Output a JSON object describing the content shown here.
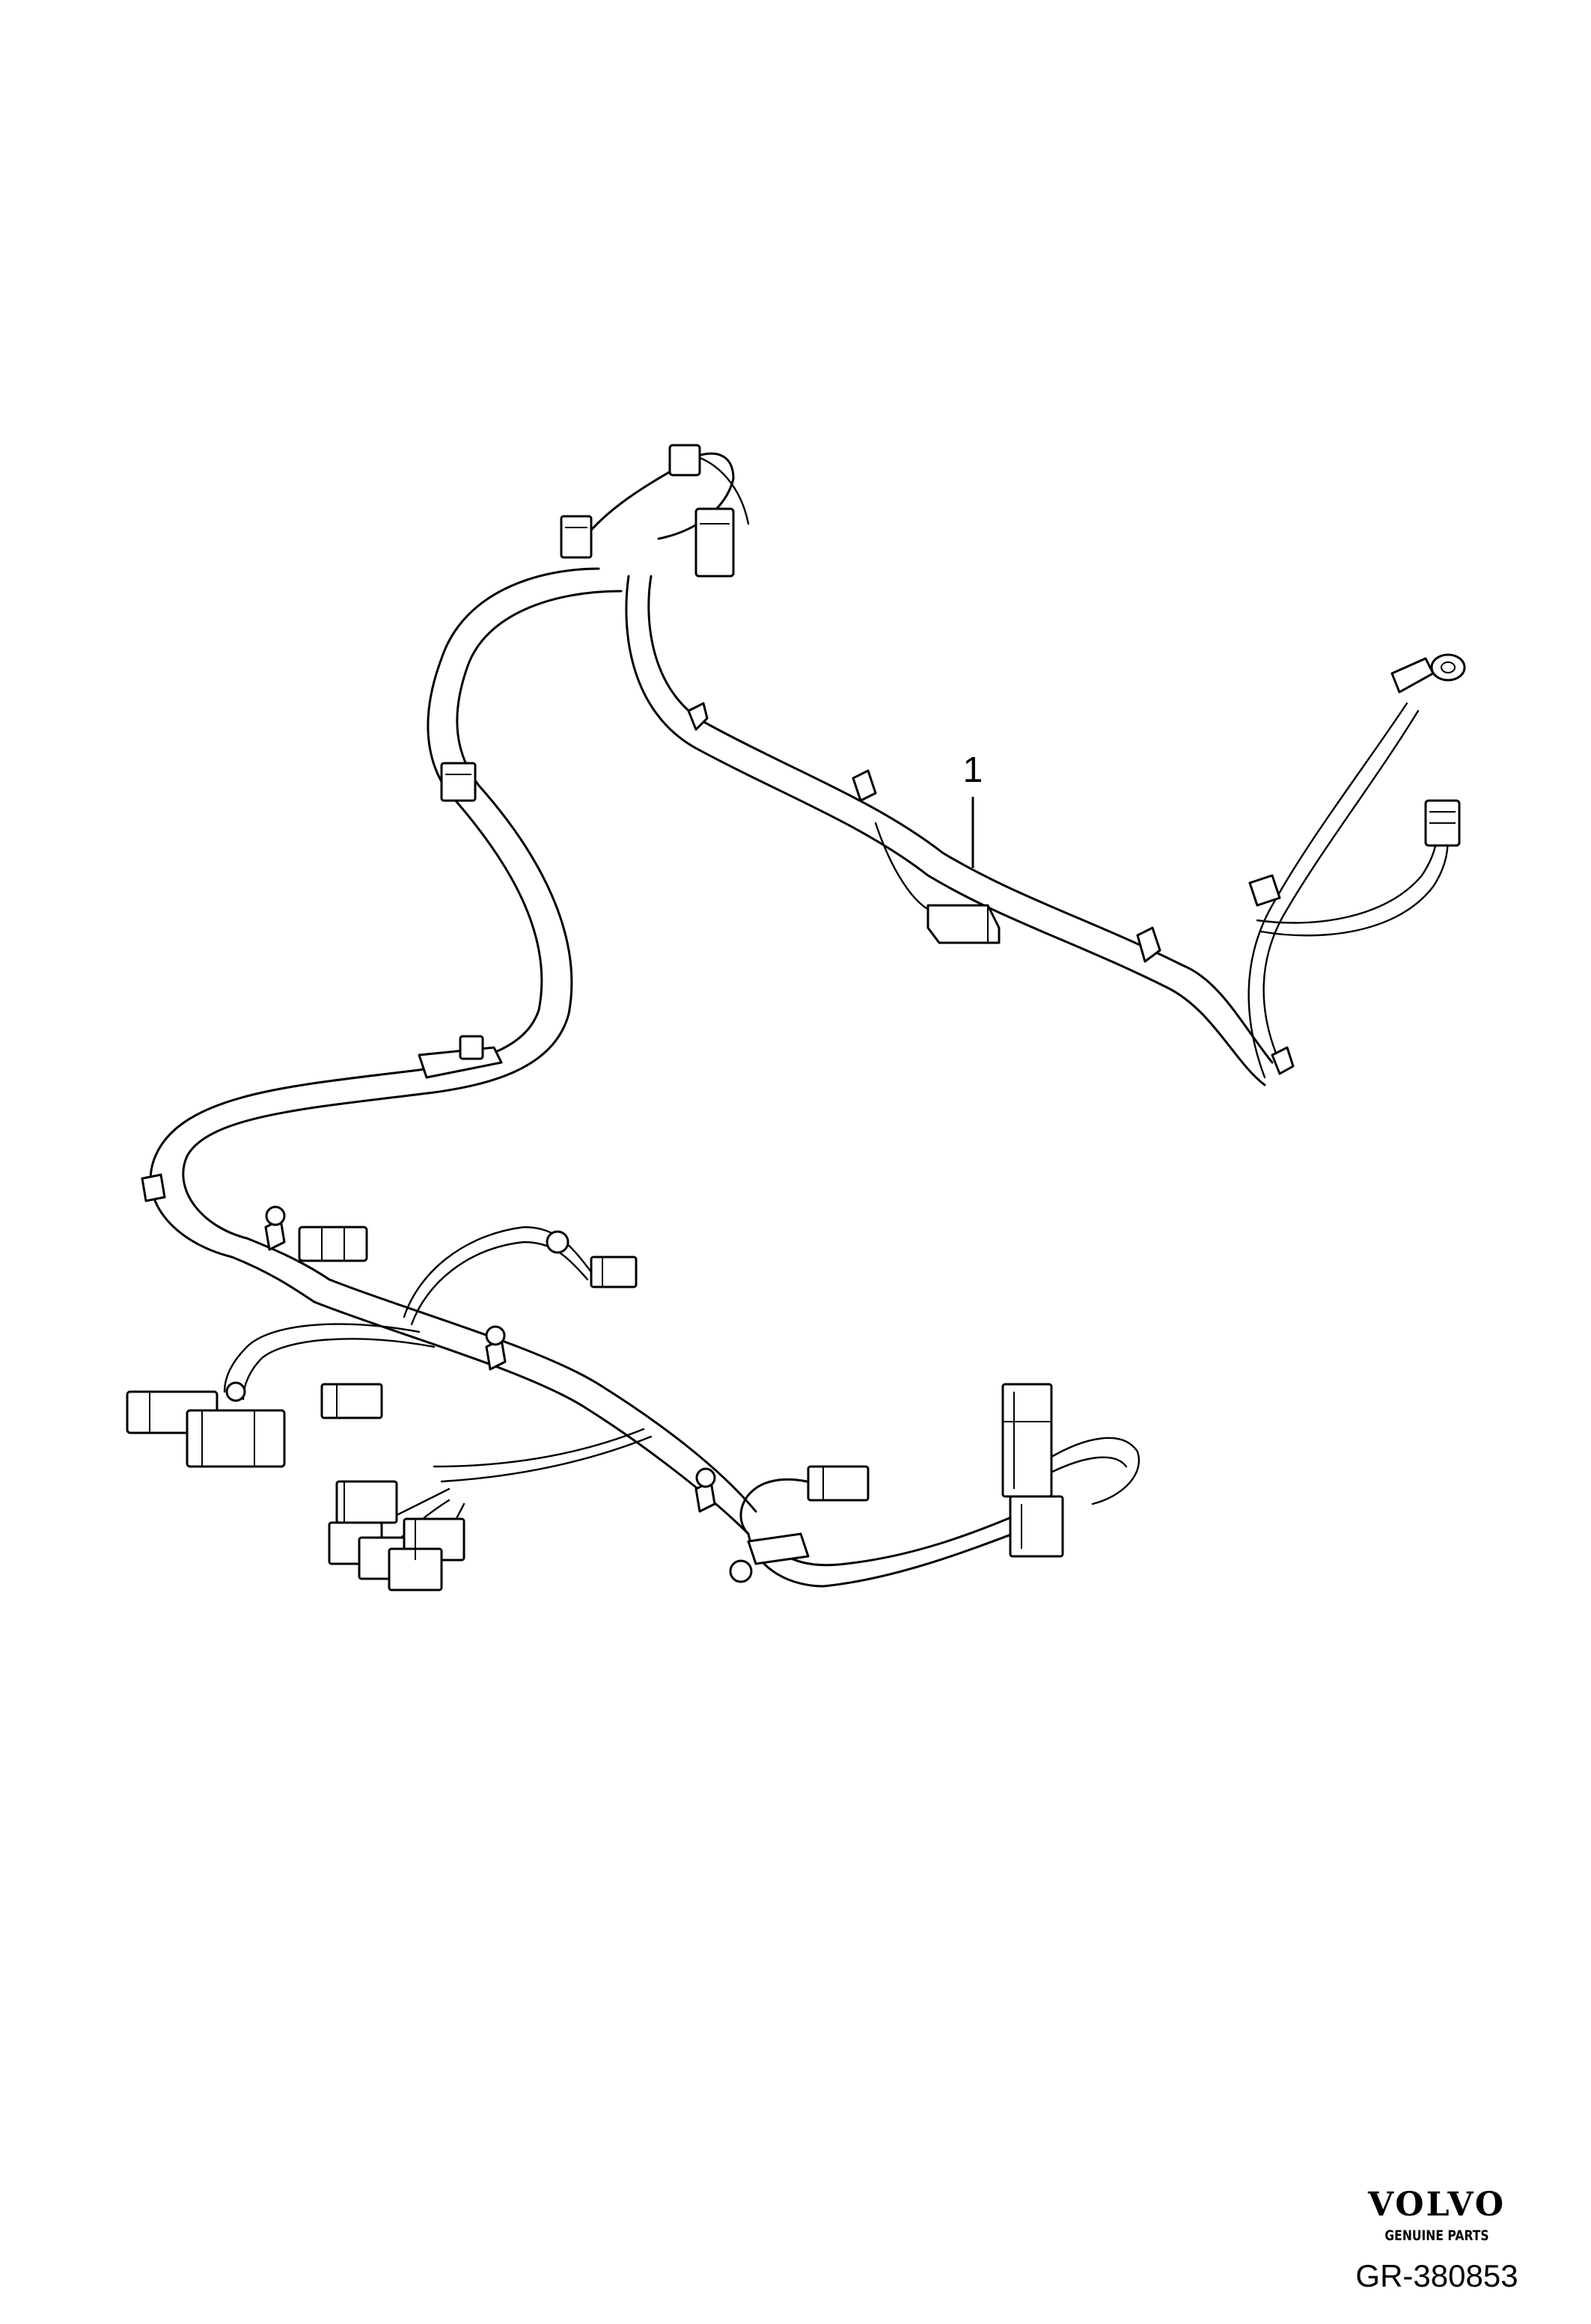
{
  "diagram": {
    "callouts": [
      {
        "number": "1"
      }
    ]
  },
  "branding": {
    "logo_text": "VOLVO",
    "tagline": "GENUINE PARTS",
    "reference_code": "GR-380853"
  }
}
